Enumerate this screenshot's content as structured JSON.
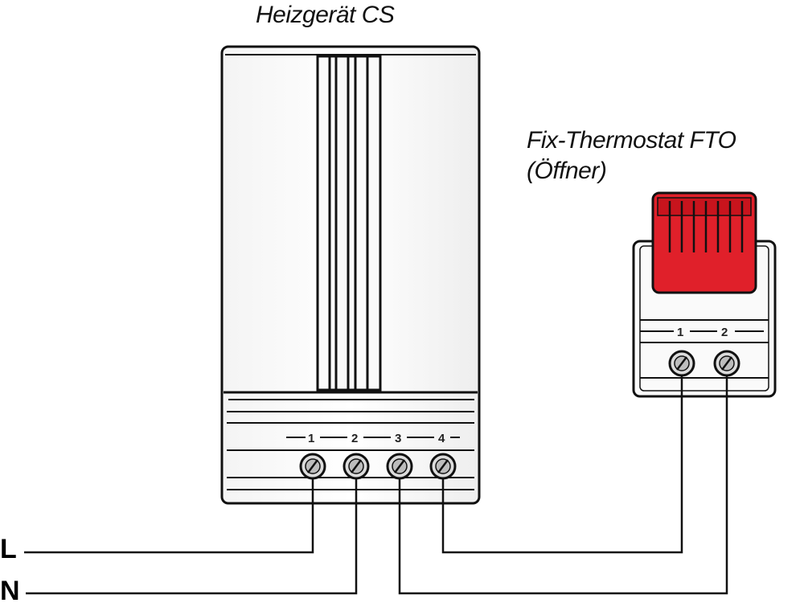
{
  "heater": {
    "title": "Heizgerät CS",
    "terminals": [
      "1",
      "2",
      "3",
      "4"
    ]
  },
  "thermostat": {
    "title_line1": "Fix-Thermostat FTO",
    "title_line2": "(Öffner)",
    "terminals": [
      "1",
      "2"
    ],
    "cap_color": "#e0202a"
  },
  "supply": {
    "live": "L",
    "neutral": "N"
  }
}
